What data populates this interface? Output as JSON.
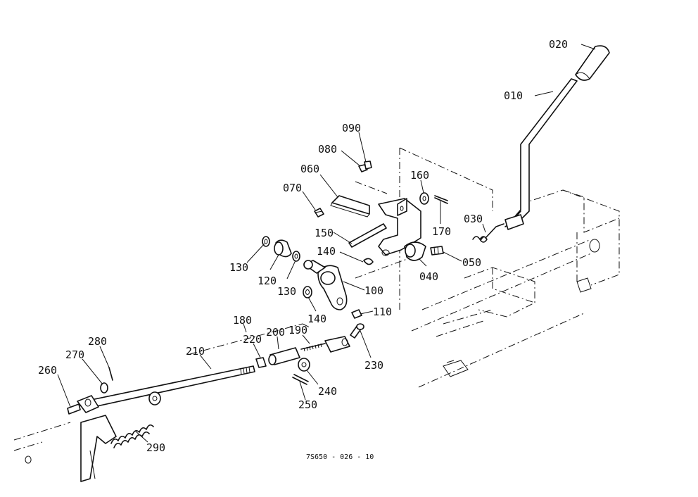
{
  "drawing_code": "7S650 - 026 - 10",
  "parts": [
    {
      "id": "p010",
      "label": "010"
    },
    {
      "id": "p020",
      "label": "020"
    },
    {
      "id": "p030",
      "label": "030"
    },
    {
      "id": "p040",
      "label": "040"
    },
    {
      "id": "p050",
      "label": "050"
    },
    {
      "id": "p060",
      "label": "060"
    },
    {
      "id": "p070",
      "label": "070"
    },
    {
      "id": "p080",
      "label": "080"
    },
    {
      "id": "p090",
      "label": "090"
    },
    {
      "id": "p100",
      "label": "100"
    },
    {
      "id": "p110",
      "label": "110"
    },
    {
      "id": "p120",
      "label": "120"
    },
    {
      "id": "p130a",
      "label": "130"
    },
    {
      "id": "p130b",
      "label": "130"
    },
    {
      "id": "p140a",
      "label": "140"
    },
    {
      "id": "p140b",
      "label": "140"
    },
    {
      "id": "p150",
      "label": "150"
    },
    {
      "id": "p160",
      "label": "160"
    },
    {
      "id": "p170",
      "label": "170"
    },
    {
      "id": "p180",
      "label": "180"
    },
    {
      "id": "p190",
      "label": "190"
    },
    {
      "id": "p200",
      "label": "200"
    },
    {
      "id": "p210",
      "label": "210"
    },
    {
      "id": "p220",
      "label": "220"
    },
    {
      "id": "p230",
      "label": "230"
    },
    {
      "id": "p240",
      "label": "240"
    },
    {
      "id": "p250",
      "label": "250"
    },
    {
      "id": "p260",
      "label": "260"
    },
    {
      "id": "p270",
      "label": "270"
    },
    {
      "id": "p280",
      "label": "280"
    },
    {
      "id": "p290",
      "label": "290"
    }
  ]
}
